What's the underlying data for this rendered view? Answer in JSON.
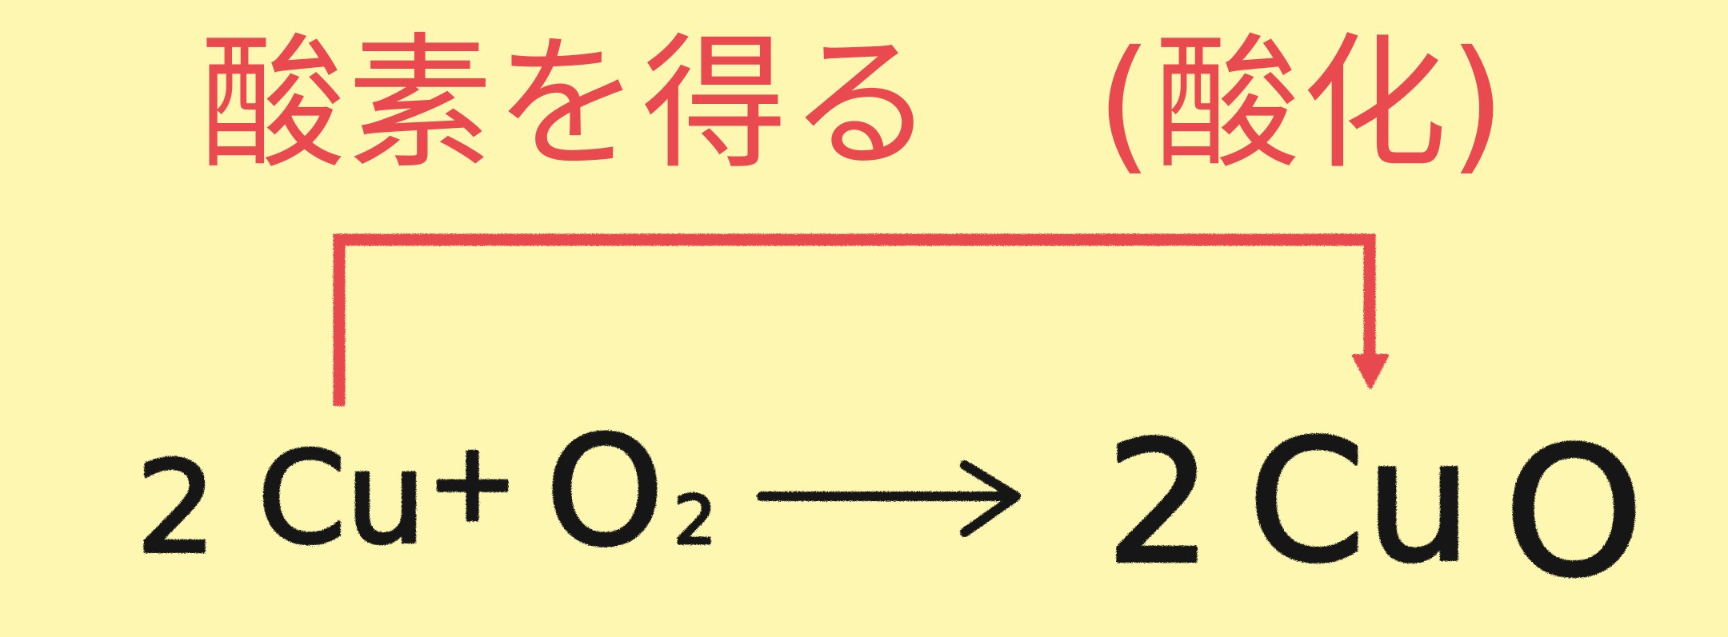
{
  "heading": {
    "text": "酸素を得る",
    "note": "(酸化)"
  },
  "equation": {
    "coefficient_left": "2",
    "reactant_1": "Cu",
    "plus": "+",
    "reactant_2": "O",
    "reactant_2_subscript": "2",
    "arrow": "⟶",
    "coefficient_right": "2",
    "product_element_1": "Cu",
    "product_element_2": "O"
  },
  "colors": {
    "background": "#fdf7b1",
    "accent_red": "#e84a50",
    "ink": "#151515"
  }
}
